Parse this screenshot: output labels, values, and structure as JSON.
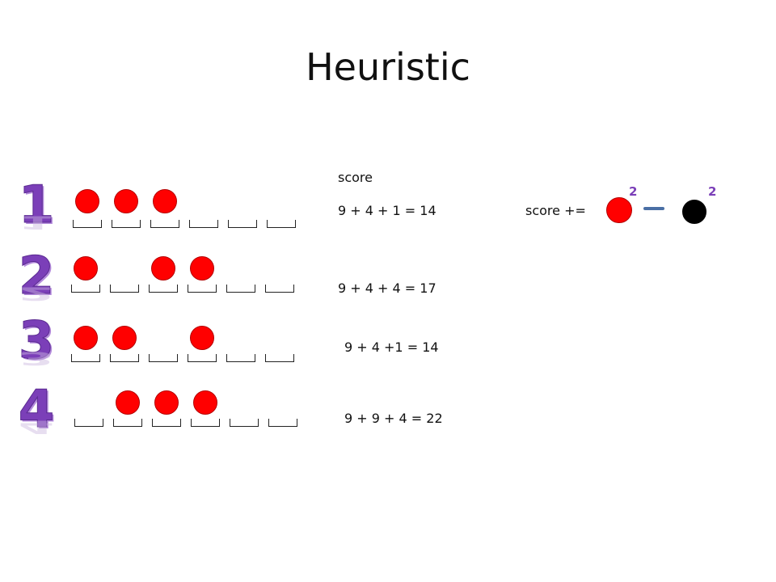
{
  "title": "Heuristic",
  "score_label": "score",
  "score_formula_label": "score +=",
  "exponents": {
    "red": "2",
    "black": "2"
  },
  "colors": {
    "piece": "#ff0000",
    "numeral": "#7b3fb8",
    "minus": "#4a6fa5",
    "opponent_piece": "#000000"
  },
  "rows": [
    {
      "number": "1",
      "equation": "9 + 4 + 1 = 14",
      "pieces": [
        true,
        true,
        true,
        false,
        false,
        false
      ]
    },
    {
      "number": "2",
      "equation": "9 + 4 + 4 = 17",
      "pieces": [
        true,
        false,
        true,
        true,
        false,
        false
      ]
    },
    {
      "number": "3",
      "equation": "9 + 4 +1 = 14",
      "pieces": [
        true,
        true,
        false,
        true,
        false,
        false
      ]
    },
    {
      "number": "4",
      "equation": "9 + 9 + 4 = 22",
      "pieces": [
        false,
        true,
        true,
        true,
        false,
        false
      ]
    }
  ]
}
